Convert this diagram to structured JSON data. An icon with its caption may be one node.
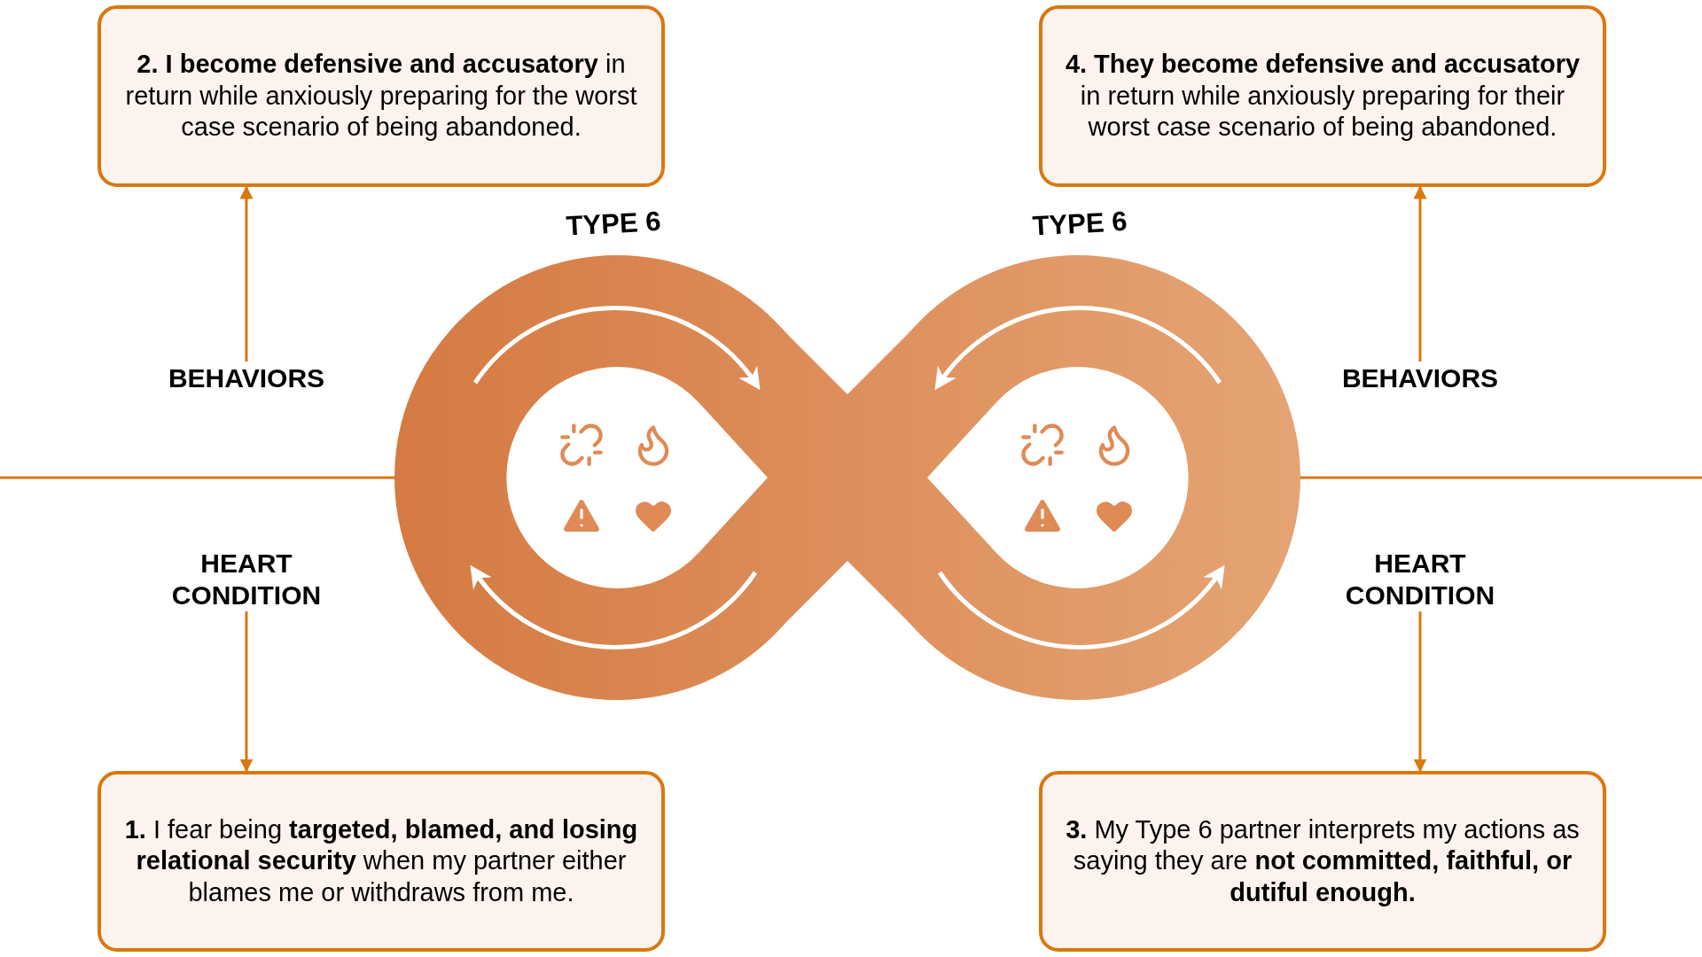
{
  "diagram": {
    "nodes": [
      {
        "text": [
          "**2. I become defensive and accusatory** in return while anxiously preparing for the worst case scenario of being abandoned."
        ]
      },
      {
        "text": [
          "**4. They become defensive and accusatory** in return while anxiously preparing for their worst case scenario of being abandoned."
        ]
      },
      {
        "text": [
          "BEHAVIORS"
        ]
      },
      {
        "text": [
          "BEHAVIORS"
        ]
      },
      {
        "text": [
          "HEART CONDITION"
        ]
      },
      {
        "text": [
          "HEART CONDITION"
        ]
      },
      {
        "text": [
          "**1.** I fear being **targeted, blamed, and losing relational security** when my partner either blames me or withdraws from me."
        ]
      },
      {
        "text": [
          "**3.** My Type 6 partner interprets my actions as saying they are **not committed, faithful, or dutiful enough.**"
        ]
      }
    ],
    "edges": [
      {
        "from": 2,
        "to": 0,
        "arrow": "to"
      },
      {
        "from": 3,
        "to": 1,
        "arrow": "to"
      },
      {
        "from": 4,
        "to": 6,
        "arrow": "to"
      },
      {
        "from": 5,
        "to": 7,
        "arrow": "to"
      }
    ],
    "labels": [
      "TYPE 6",
      "TYPE 6"
    ]
  }
}
